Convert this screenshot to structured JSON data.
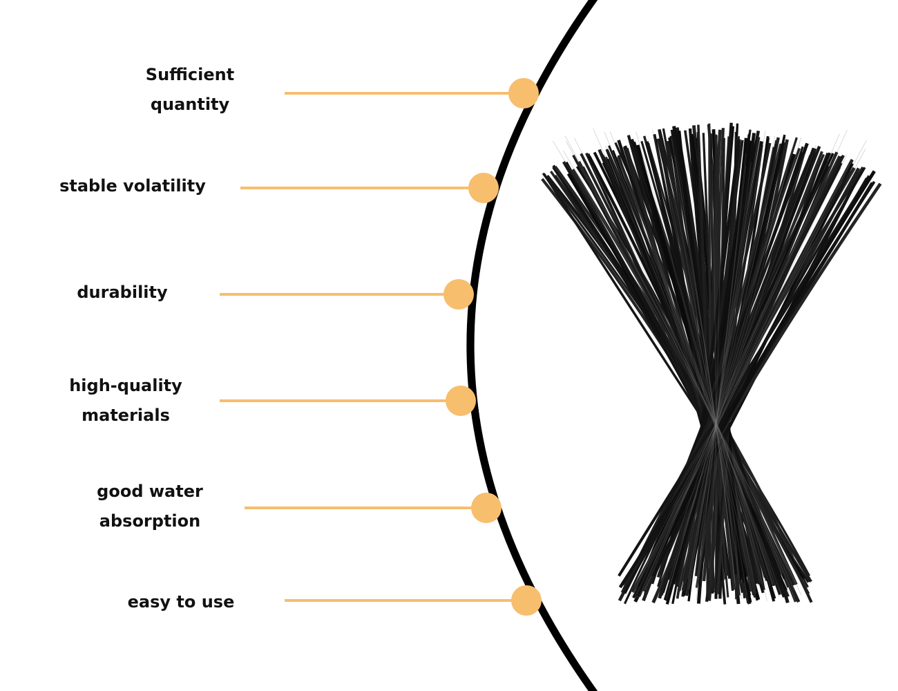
{
  "colors": {
    "background": "#ffffff",
    "accent": "#f7be6e",
    "arc": "#000000",
    "text": "#111111",
    "reeds": "#151515"
  },
  "product_image": {
    "icon": "black-reed-diffuser-sticks-bundle"
  },
  "features": [
    {
      "lines": [
        "Sufficient",
        "quantity"
      ]
    },
    {
      "lines": [
        "stable volatility"
      ]
    },
    {
      "lines": [
        "durability"
      ]
    },
    {
      "lines": [
        "high-quality",
        "materials"
      ]
    },
    {
      "lines": [
        "good water",
        "absorption"
      ]
    },
    {
      "lines": [
        "easy to use"
      ]
    }
  ]
}
